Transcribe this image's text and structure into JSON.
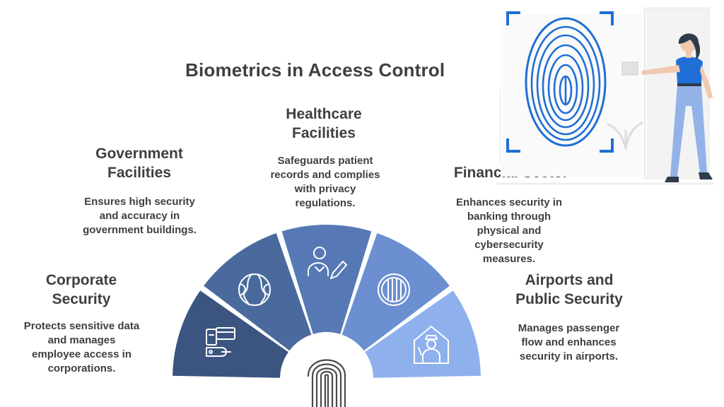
{
  "title": "Biometrics in Access Control",
  "segments": [
    {
      "heading_line1": "Corporate",
      "heading_line2": "Security",
      "description": [
        "Protects sensitive data",
        "and manages",
        "employee access in",
        "corporations."
      ],
      "icon": "keycard-reader-icon",
      "color": "#3b5580"
    },
    {
      "heading_line1": "Government",
      "heading_line2": "Facilities",
      "description": [
        "Ensures high security",
        "and accuracy in",
        "government buildings."
      ],
      "icon": "globe-icon",
      "color": "#4a6a9e"
    },
    {
      "heading_line1": "Healthcare",
      "heading_line2": "Facilities",
      "description": [
        "Safeguards patient",
        "records and complies",
        "with privacy",
        "regulations."
      ],
      "icon": "patient-record-icon",
      "color": "#5679b5"
    },
    {
      "heading_line1": "Financial Sector",
      "heading_line2": "",
      "description": [
        "Enhances security in",
        "banking through",
        "physical and",
        "cybersecurity",
        "measures."
      ],
      "icon": "vault-icon",
      "color": "#6b8fd0"
    },
    {
      "heading_line1": "Airports and",
      "heading_line2": "Public Security",
      "description": [
        "Manages passenger",
        "flow and enhances",
        "security in airports."
      ],
      "icon": "security-guard-icon",
      "color": "#8eb1ee"
    }
  ],
  "center_icon": "fingerprint-icon",
  "illustration": "woman-fingerprint-scan-illustration",
  "colors": {
    "accent_blue": "#1f6fd6",
    "text": "#3f3f3f"
  }
}
